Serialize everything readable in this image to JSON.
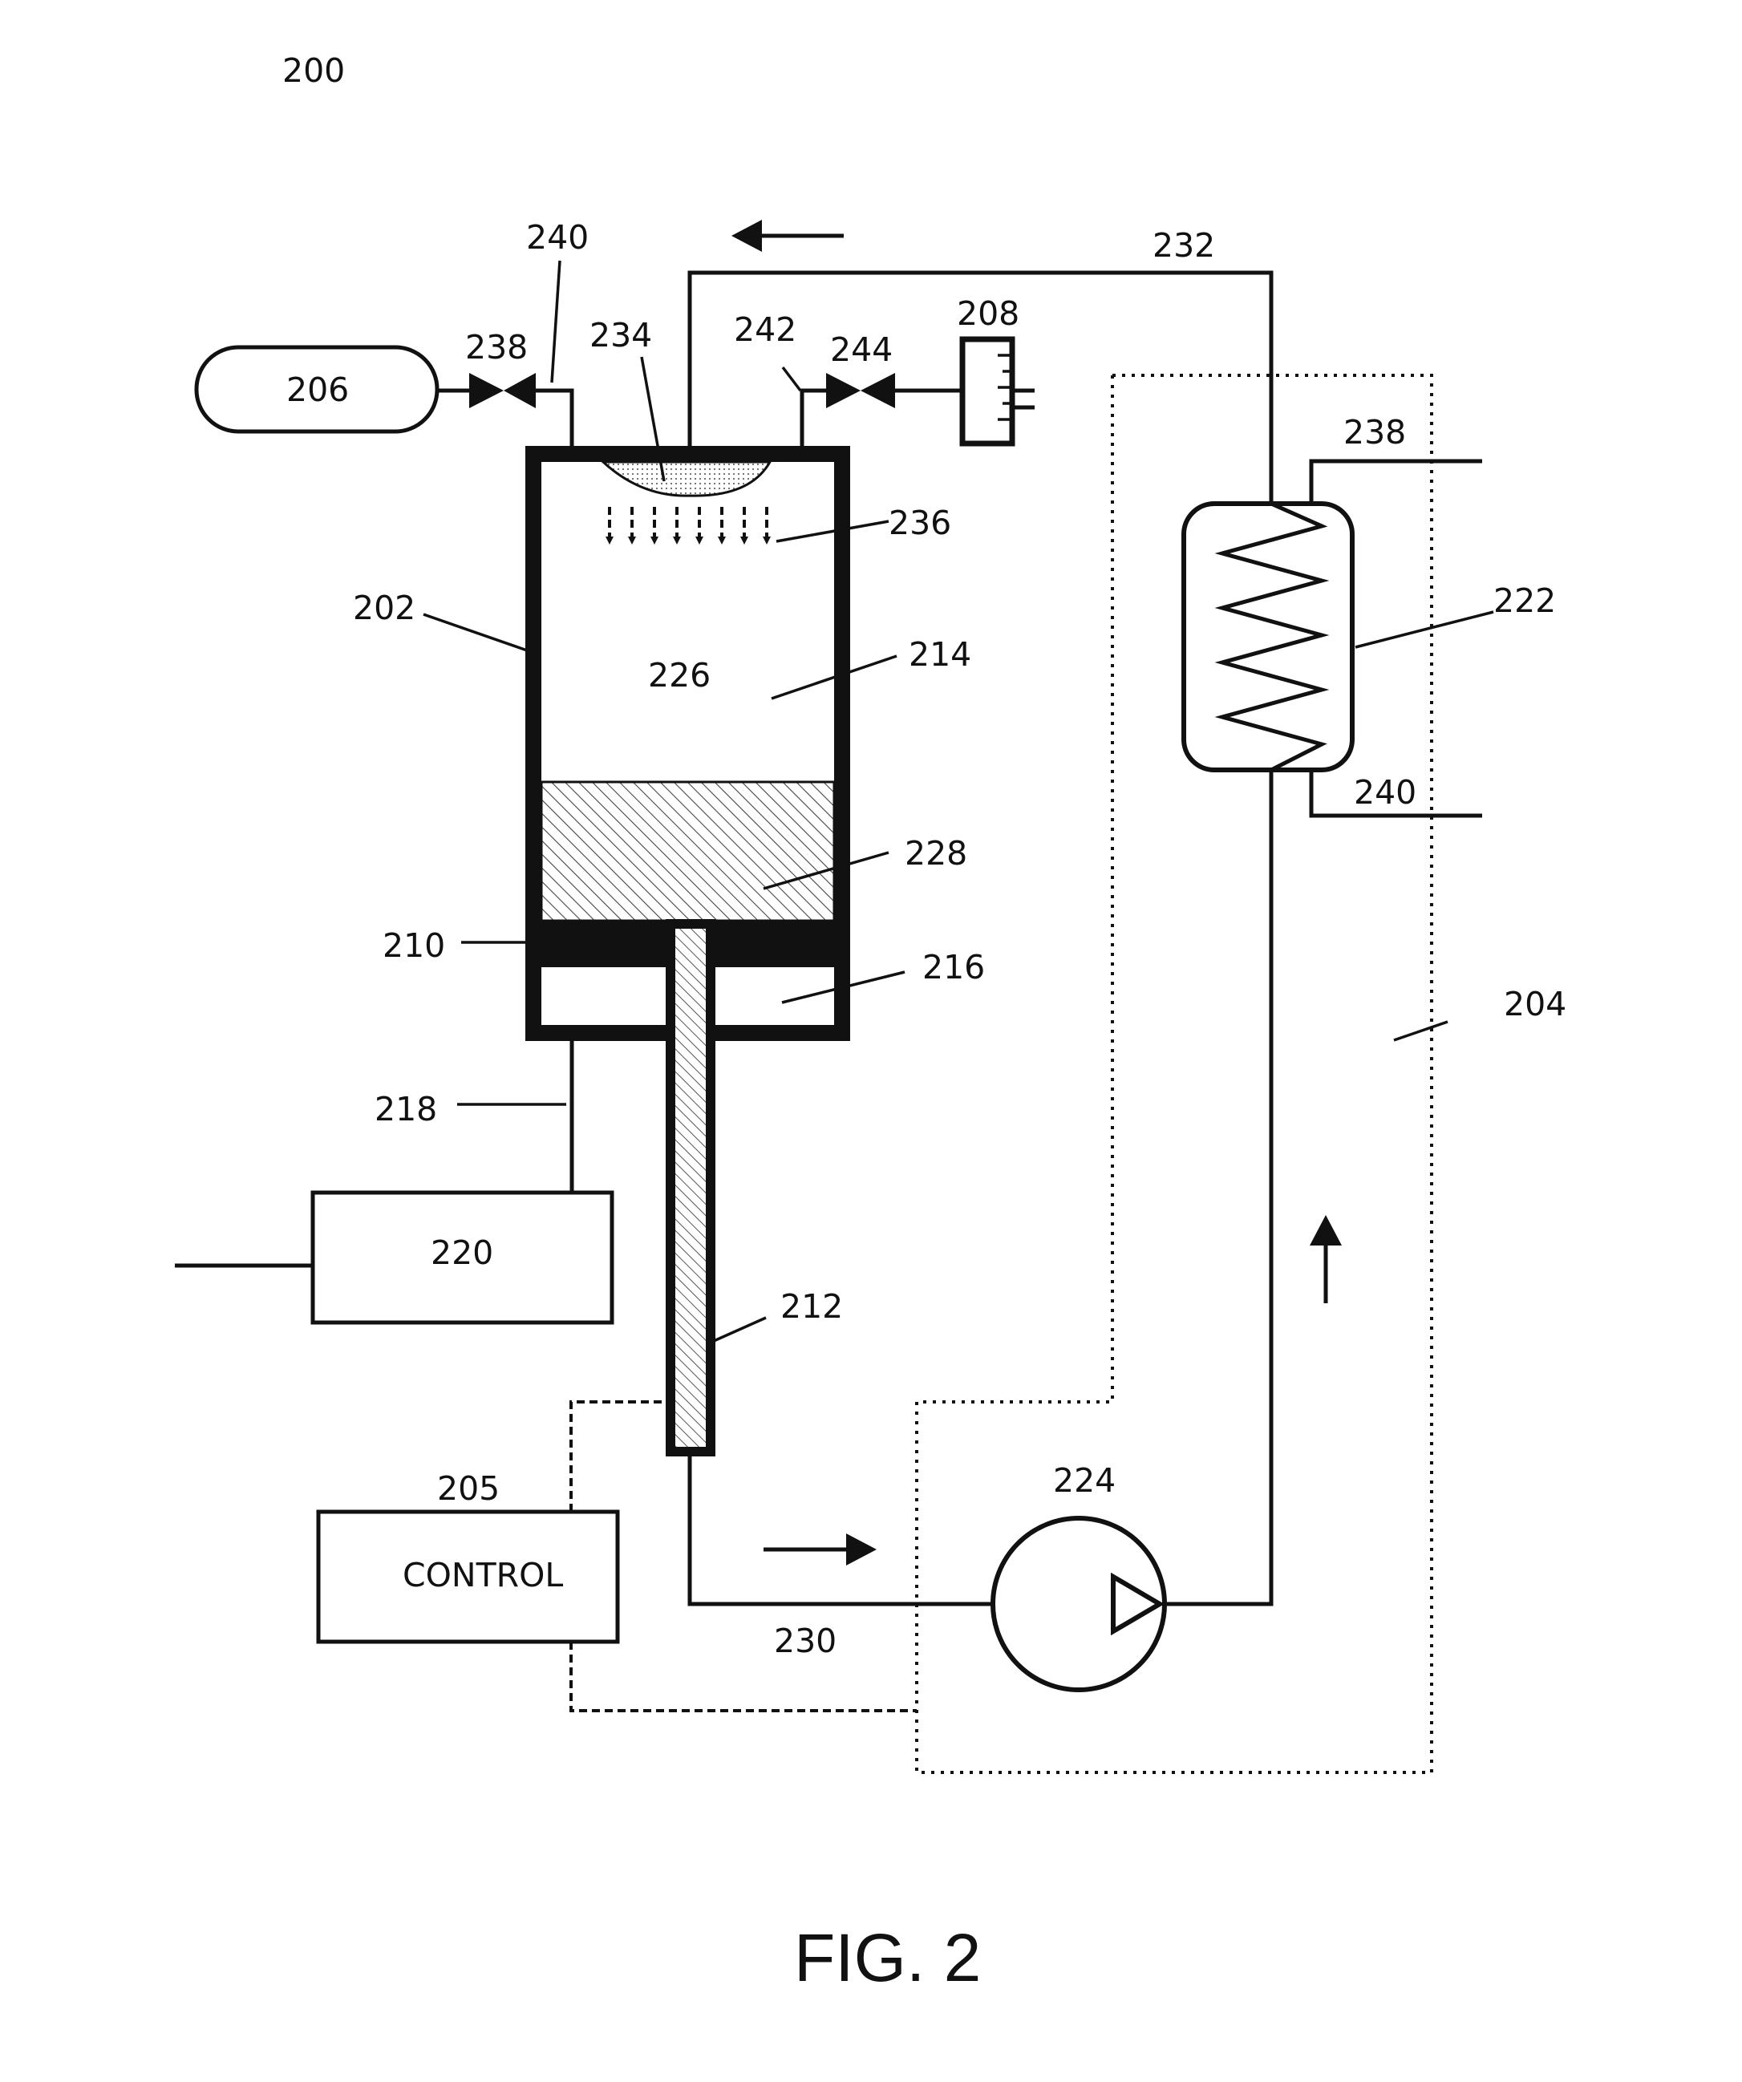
{
  "figure": {
    "caption": "FIG. 2",
    "reference": "200",
    "control_label": "CONTROL"
  },
  "labels": {
    "r202": "202",
    "r204": "204",
    "r205": "205",
    "r206": "206",
    "r208": "208",
    "r210": "210",
    "r212": "212",
    "r214": "214",
    "r216": "216",
    "r218": "218",
    "r220": "220",
    "r222": "222",
    "r224": "224",
    "r226": "226",
    "r228": "228",
    "r230": "230",
    "r232": "232",
    "r234": "234",
    "r236": "236",
    "r238_valve": "238",
    "r238_hx": "238",
    "r240_pipe": "240",
    "r240_hx": "240",
    "r242": "242",
    "r244": "244"
  }
}
